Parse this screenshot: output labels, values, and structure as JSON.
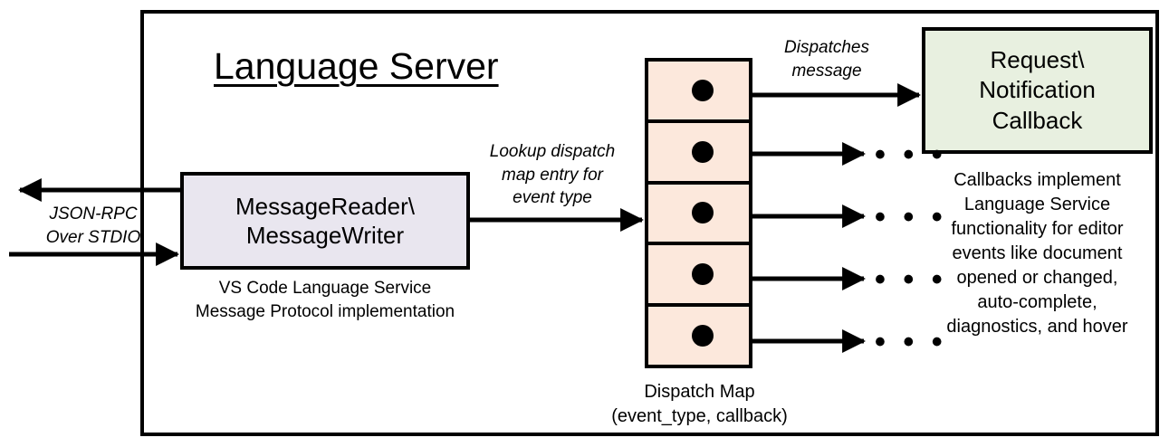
{
  "diagram": {
    "title": "Language Server",
    "boundary_name": "language-server-boundary"
  },
  "external_io": {
    "label": "JSON-RPC\nOver STDIO",
    "outbound_arrow": "arrow pointing left out of server",
    "inbound_arrow": "arrow pointing right into server"
  },
  "message_reader": {
    "label": "MessageReader\\\nMessageWriter",
    "caption": "VS Code Language Service\nMessage Protocol implementation",
    "fill": "#e9e6ef",
    "stroke": "#000000"
  },
  "lookup_edge": {
    "label": "Lookup dispatch\nmap entry for\nevent type"
  },
  "dispatch_map": {
    "caption": "Dispatch Map\n(event_type, callback)",
    "fill": "#fce8dc",
    "stroke": "#000000",
    "row_count": 5,
    "rows": [
      {
        "index": 1,
        "target": "Request\\Notification Callback"
      },
      {
        "index": 2,
        "target": "..."
      },
      {
        "index": 3,
        "target": "..."
      },
      {
        "index": 4,
        "target": "..."
      },
      {
        "index": 5,
        "target": "..."
      }
    ]
  },
  "dispatch_edge": {
    "label": "Dispatches\nmessage"
  },
  "callback": {
    "label": "Request\\\nNotification\nCallback",
    "caption": "Callbacks implement\nLanguage Service\nfunctionality for editor\nevents like document\nopened or changed,\nauto-complete,\ndiagnostics, and hover",
    "fill": "#e8f0e0",
    "stroke": "#000000"
  },
  "ellipses": {
    "glyph": "• • •"
  },
  "colors": {
    "background": "#ffffff",
    "line": "#000000",
    "reader_fill": "#e9e6ef",
    "map_fill": "#fce8dc",
    "callback_fill": "#e8f0e0"
  }
}
